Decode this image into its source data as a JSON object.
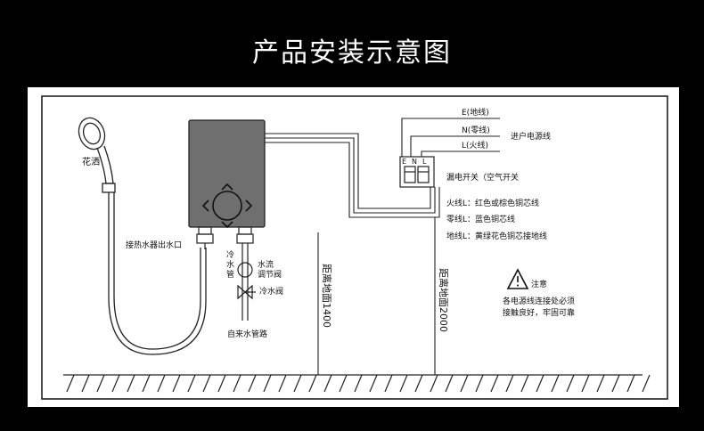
{
  "title": "产品安装示意图",
  "labels": {
    "shower": "花洒",
    "outlet": "接热水器出水口",
    "cold_pipe": [
      "冷",
      "水",
      "管"
    ],
    "flow_valve": [
      "水流",
      "调节阀"
    ],
    "cold_valve": "冷水阀",
    "tap_pipe": "自来水管路",
    "dist1400": "距离地面1400",
    "dist2000": "距离地面2000",
    "wire_e": "E(地线)",
    "wire_n": "N(零线)",
    "wire_l": "L(火线)",
    "power_in": "进户电源线",
    "switch_en": "E",
    "switch_nn": "N",
    "switch_ln": "L",
    "leak_switch": "漏电开关（空气开关",
    "live_desc": "火线L：红色或棕色铜芯线",
    "neutral_desc": "零线L：蓝色铜芯线",
    "ground_desc": "地线L：黄绿花色铜芯接地线",
    "warning_title": "注意",
    "warning_line1": "各电源线连接处必须",
    "warning_line2": "接触良好，牢固可靠"
  },
  "colors": {
    "heater_body": "#6f6f6f",
    "background": "#000000",
    "panel": "#ffffff",
    "line": "#222222"
  }
}
